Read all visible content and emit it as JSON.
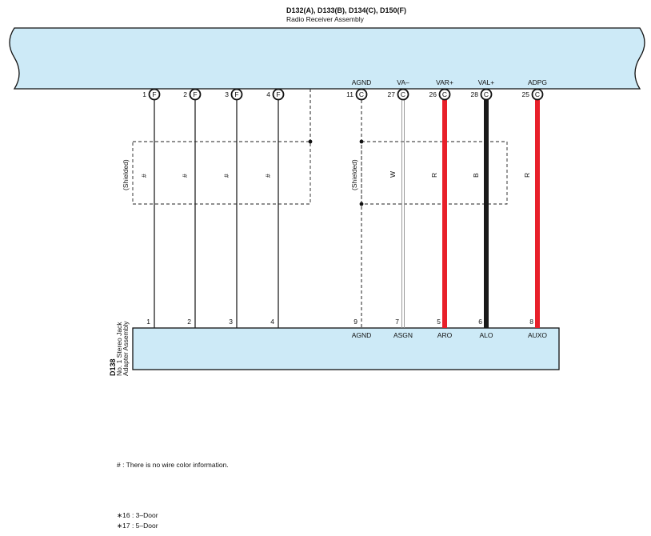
{
  "top_connector": {
    "code": "D132(A), D133(B), D134(C), D150(F)",
    "name": "Radio Receiver Assembly",
    "fill": "#cdeaf7",
    "pins": [
      {
        "num": "1",
        "conn": "F",
        "signal": ""
      },
      {
        "num": "2",
        "conn": "F",
        "signal": ""
      },
      {
        "num": "3",
        "conn": "F",
        "signal": ""
      },
      {
        "num": "4",
        "conn": "F",
        "signal": ""
      },
      {
        "num": "11",
        "conn": "C",
        "signal": "AGND"
      },
      {
        "num": "27",
        "conn": "C",
        "signal": "VA–"
      },
      {
        "num": "26",
        "conn": "C",
        "signal": "VAR+"
      },
      {
        "num": "28",
        "conn": "C",
        "signal": "VAL+"
      },
      {
        "num": "25",
        "conn": "C",
        "signal": "ADPG"
      }
    ]
  },
  "bottom_connector": {
    "code": "D138",
    "name_line1": "No. 1 Stereo Jack",
    "name_line2": "Adapter Assembly",
    "fill": "#cdeaf7",
    "pins": [
      {
        "num": "1",
        "signal": ""
      },
      {
        "num": "2",
        "signal": ""
      },
      {
        "num": "3",
        "signal": ""
      },
      {
        "num": "4",
        "signal": ""
      },
      {
        "num": "9",
        "signal": "AGND"
      },
      {
        "num": "7",
        "signal": "ASGN"
      },
      {
        "num": "5",
        "signal": "ARO"
      },
      {
        "num": "6",
        "signal": "ALO"
      },
      {
        "num": "8",
        "signal": "AUXO"
      }
    ]
  },
  "wires": [
    {
      "label": "#",
      "color": "#222222"
    },
    {
      "label": "#",
      "color": "#222222"
    },
    {
      "label": "#",
      "color": "#222222"
    },
    {
      "label": "#",
      "color": "#222222"
    },
    {
      "label": "",
      "color": "#222222"
    },
    {
      "label": "W",
      "color": "#bbbbbb"
    },
    {
      "label": "R",
      "color": "#e8202a"
    },
    {
      "label": "B",
      "color": "#1a1a1a"
    },
    {
      "label": "R",
      "color": "#e8202a"
    }
  ],
  "shield_labels": [
    "(Shielded)",
    "(Shielded)"
  ],
  "notes": [
    "# : There is no wire color information.",
    "∗16 : 3–Door",
    "∗17 : 5–Door"
  ]
}
